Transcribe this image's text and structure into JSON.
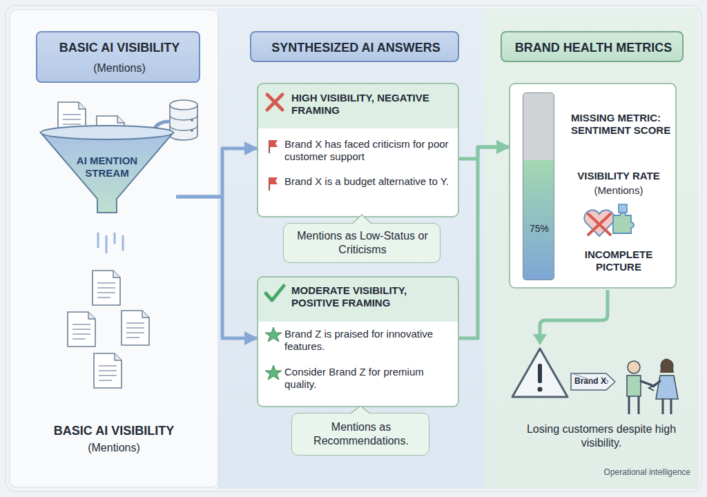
{
  "diagram": {
    "nodes": [
      {
        "text": [
          "BASIC AI VISIBILITY",
          "(Mentions)"
        ]
      },
      {
        "text": [
          "AI MENTION STREAM"
        ]
      },
      {
        "text": [
          "SYNTHESIZED AI ANSWERS"
        ]
      },
      {
        "text": [
          "HIGH VISIBILITY, NEGATIVE FRAMING",
          "Brand X has faced criticism for poor customer support",
          "Brand X is a budget alternative to Y."
        ]
      },
      {
        "text": [
          "Mentions as Low-Status or Criticisms"
        ]
      },
      {
        "text": [
          "MODERATE VISIBILITY, POSITIVE FRAMING",
          "Brand Z is praised for innovative features.",
          "Consider Brand Z for premium quality."
        ]
      },
      {
        "text": [
          "Mentions as Recommendations."
        ]
      },
      {
        "text": [
          "BRAND HEALTH METRICS"
        ]
      },
      {
        "text": [
          "MISSING METRIC: SENTIMENT SCORE",
          "VISIBILITY RATE",
          "(Mentions)",
          "INCOMPLETE PICTURE"
        ]
      },
      {
        "text": [
          "75%"
        ],
        "in": 8
      },
      {
        "text": [
          "Brand X"
        ]
      }
    ],
    "edges": [
      {
        "from": 1,
        "to": 3,
        "arrow": "to"
      },
      {
        "from": 1,
        "to": 5,
        "arrow": "to"
      },
      {
        "from": 3,
        "to": 8,
        "arrow": "to"
      },
      {
        "from": 5,
        "to": 8,
        "arrow": "to"
      }
    ],
    "labels": [
      "BASIC AI VISIBILITY",
      "(Mentions)",
      "Losing customers despite high visibility.",
      "Operational intelligence"
    ]
  }
}
